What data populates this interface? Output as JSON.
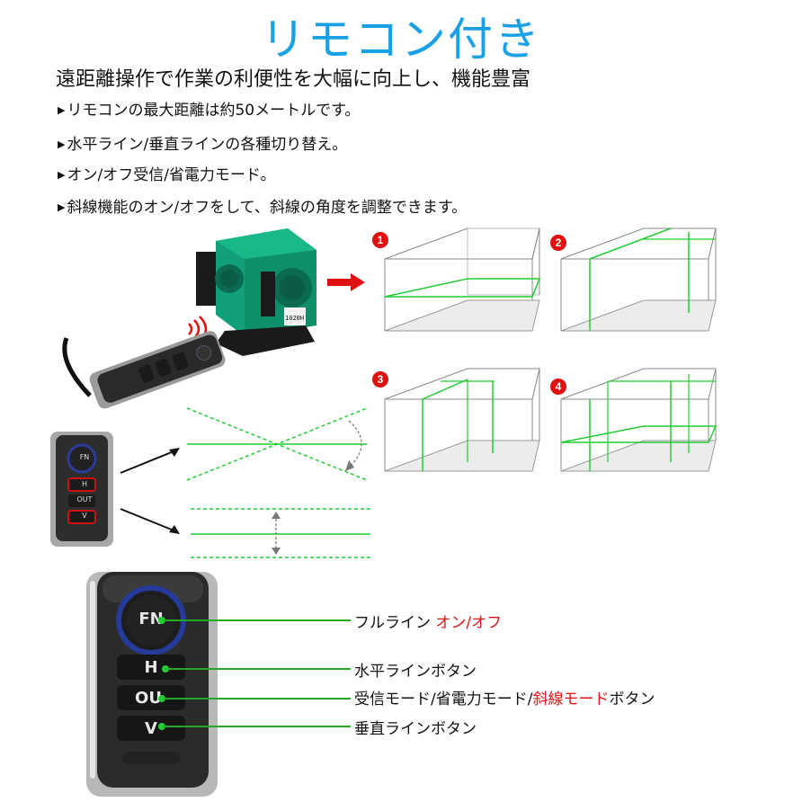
{
  "title": "リモコン付き",
  "subtitle": "遠距離操作で作業の利便性を大幅に向上し、機能豊富",
  "features": [
    "リモコンの最大距離は約50メートルです。",
    "水平ライン/垂直ラインの各種切り替え。",
    "オン/オフ受信/省電力モード。",
    "斜線機能のオン/オフをして、斜線の角度を調整できます。"
  ],
  "diagram_numbers": [
    "1",
    "2",
    "3",
    "4"
  ],
  "device_label": "1020H",
  "remote": {
    "buttons": [
      "FN",
      "H",
      "OUT",
      "V"
    ],
    "large_buttons": [
      "FN",
      "H",
      "OU",
      "V"
    ]
  },
  "button_labels": {
    "fn": {
      "text": "フルライン ",
      "highlight": "オン/オフ"
    },
    "h": {
      "text": "水平ラインボタン"
    },
    "out": {
      "text_before": "受信モード/省電力モード/",
      "highlight": "斜線モード",
      "text_after": "ボタン"
    },
    "v": {
      "text": "垂直ラインボタン"
    }
  },
  "colors": {
    "title": "#1aa0e6",
    "laser": "#22cc33",
    "highlight": "#e01414",
    "device": "#11a07a"
  }
}
